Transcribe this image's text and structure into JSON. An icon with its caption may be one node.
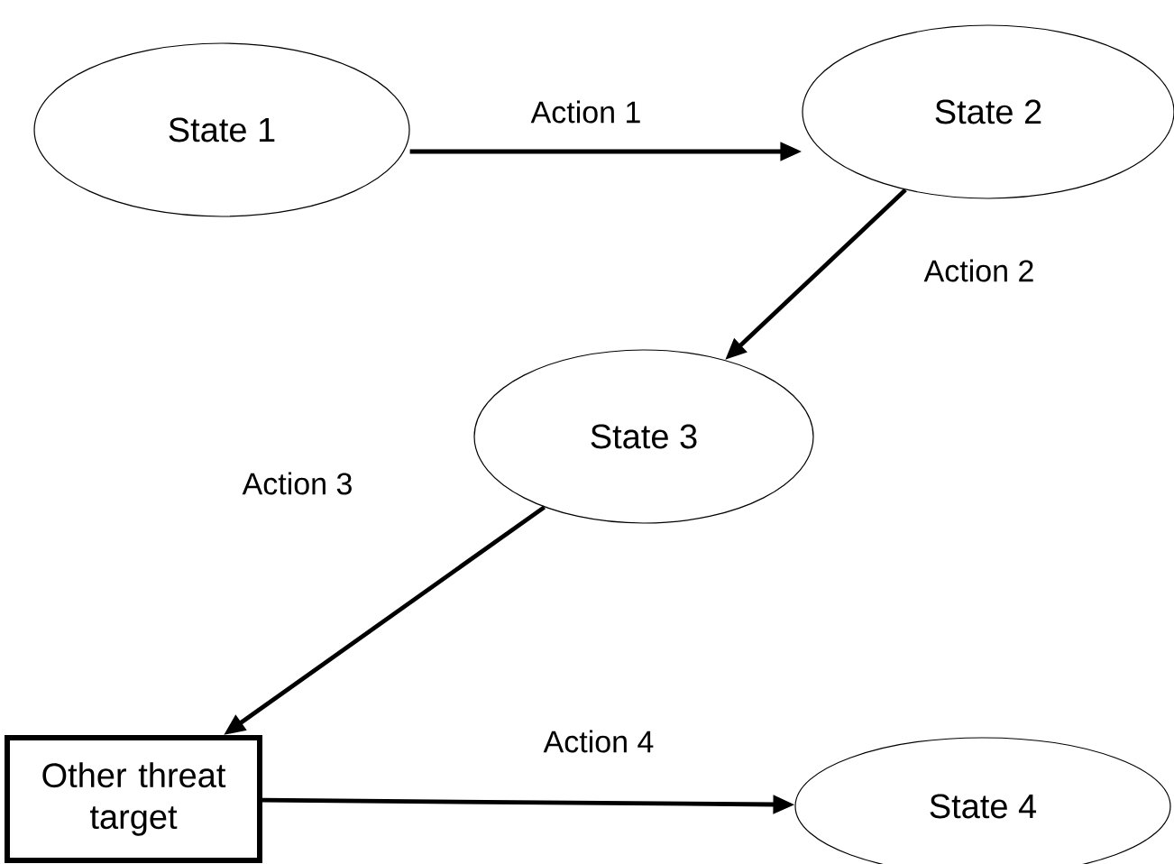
{
  "diagram": {
    "nodes": [
      {
        "text": [
          "State 1"
        ]
      },
      {
        "text": [
          "State 2"
        ]
      },
      {
        "text": [
          "State 3"
        ]
      },
      {
        "text": [
          "Other threat target"
        ]
      },
      {
        "text": [
          "State 4"
        ]
      }
    ],
    "edges": [
      {
        "from": 0,
        "to": 1,
        "arrow": "to",
        "label": "Action 1"
      },
      {
        "from": 1,
        "to": 2,
        "arrow": "to",
        "label": "Action 2"
      },
      {
        "from": 2,
        "to": 3,
        "arrow": "to",
        "label": "Action 3"
      },
      {
        "from": 3,
        "to": 4,
        "arrow": "to",
        "label": "Action 4"
      }
    ]
  }
}
